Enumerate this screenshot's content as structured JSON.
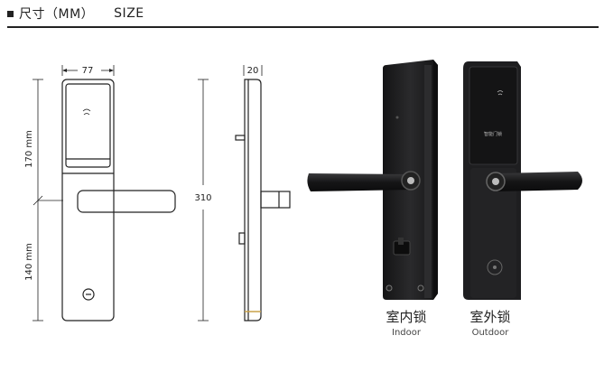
{
  "header": {
    "title_cn": "尺寸（MM）",
    "title_en": "SIZE"
  },
  "dimensions": {
    "width": "77",
    "thickness": "20",
    "upper": "170 mm",
    "lower": "140 mm",
    "total": "310"
  },
  "labels": {
    "indoor_cn": "室内锁",
    "indoor_en": "Indoor",
    "outdoor_cn": "室外锁",
    "outdoor_en": "Outdoor",
    "card_text": "智能门锁"
  },
  "colors": {
    "line": "#222222",
    "lock_body": "#1c1c1d",
    "lock_edge": "#3a3a3c"
  }
}
